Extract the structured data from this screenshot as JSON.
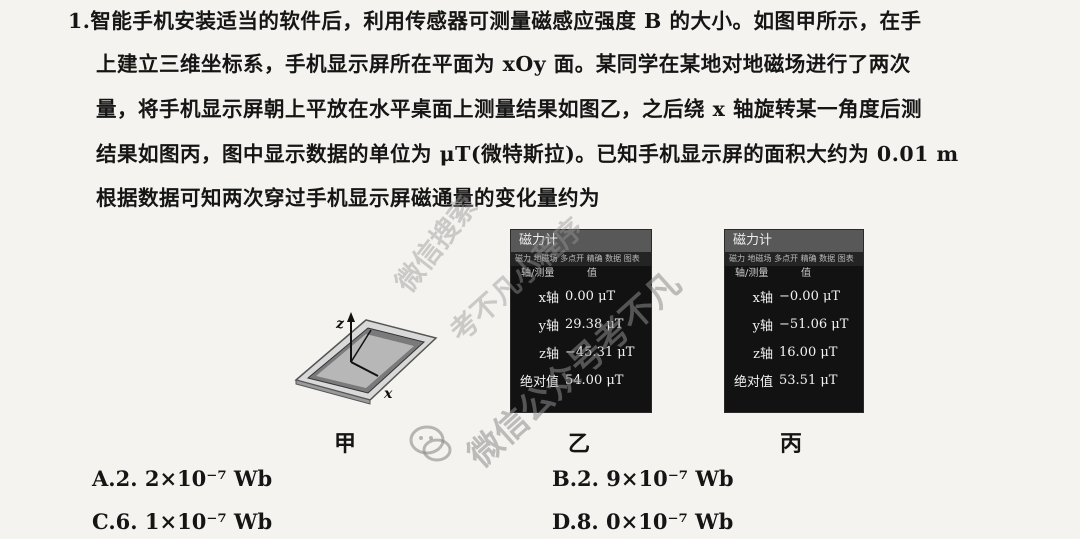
{
  "question": {
    "lines": [
      "1.智能手机安装适当的软件后，利用传感器可测量磁感应强度 B 的大小。如图甲所示，在手",
      "上建立三维坐标系，手机显示屏所在平面为 xOy 面。某同学在某地对地磁场进行了两次",
      "量，将手机显示屏朝上平放在水平桌面上测量结果如图乙，之后绕 x 轴旋转某一角度后测",
      "结果如图丙，图中显示数据的单位为 μT(微特斯拉)。已知手机显示屏的面积大约为 0.01 m",
      "根据数据可知两次穿过手机显示屏磁通量的变化量约为"
    ]
  },
  "figures": {
    "captions": [
      "甲",
      "乙",
      "丙"
    ],
    "phone_axes": {
      "z": "z",
      "x": "x"
    },
    "panel_b": {
      "title": "磁力计",
      "menu": "磁力 地磁场 多点开 精确 数据 图表",
      "header": [
        "轴/测量",
        "值"
      ],
      "rows": [
        {
          "label": "x轴",
          "value": "0.00 μT"
        },
        {
          "label": "y轴",
          "value": "29.38 μT"
        },
        {
          "label": "z轴",
          "value": "−45.31 μT"
        },
        {
          "label": "绝对值",
          "value": "54.00 μT"
        }
      ]
    },
    "panel_c": {
      "title": "磁力计",
      "menu": "磁力 地磁场 多点开 精确 数据 图表",
      "header": [
        "轴/测量",
        "值"
      ],
      "rows": [
        {
          "label": "x轴",
          "value": "−0.00 μT"
        },
        {
          "label": "y轴",
          "value": "−51.06 μT"
        },
        {
          "label": "z轴",
          "value": "16.00 μT"
        },
        {
          "label": "绝对值",
          "value": "53.51 μT"
        }
      ]
    }
  },
  "options": {
    "A": "A.2. 2×10⁻⁷ Wb",
    "B": "B.2. 9×10⁻⁷ Wb",
    "C": "C.6. 1×10⁻⁷ Wb",
    "D": "D.8. 0×10⁻⁷ Wb"
  },
  "watermark": {
    "text1": "微信搜索",
    "text2": "考不凡小程序",
    "text3": "微信公众号考不凡"
  }
}
